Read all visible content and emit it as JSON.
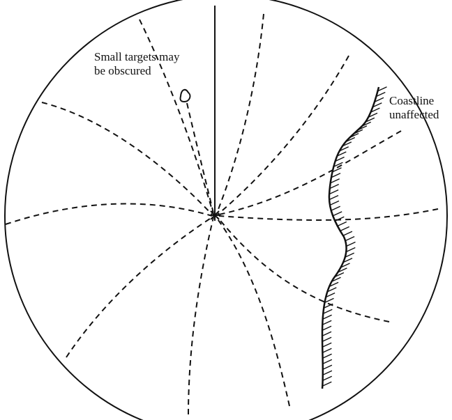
{
  "labels": {
    "small_targets": {
      "line1": "Small targets may",
      "line2": "be obscured"
    },
    "coastline": {
      "line1": "Coastline",
      "line2": "unaffected"
    }
  },
  "colors": {
    "ink": "#111111",
    "background": "#ffffff"
  }
}
